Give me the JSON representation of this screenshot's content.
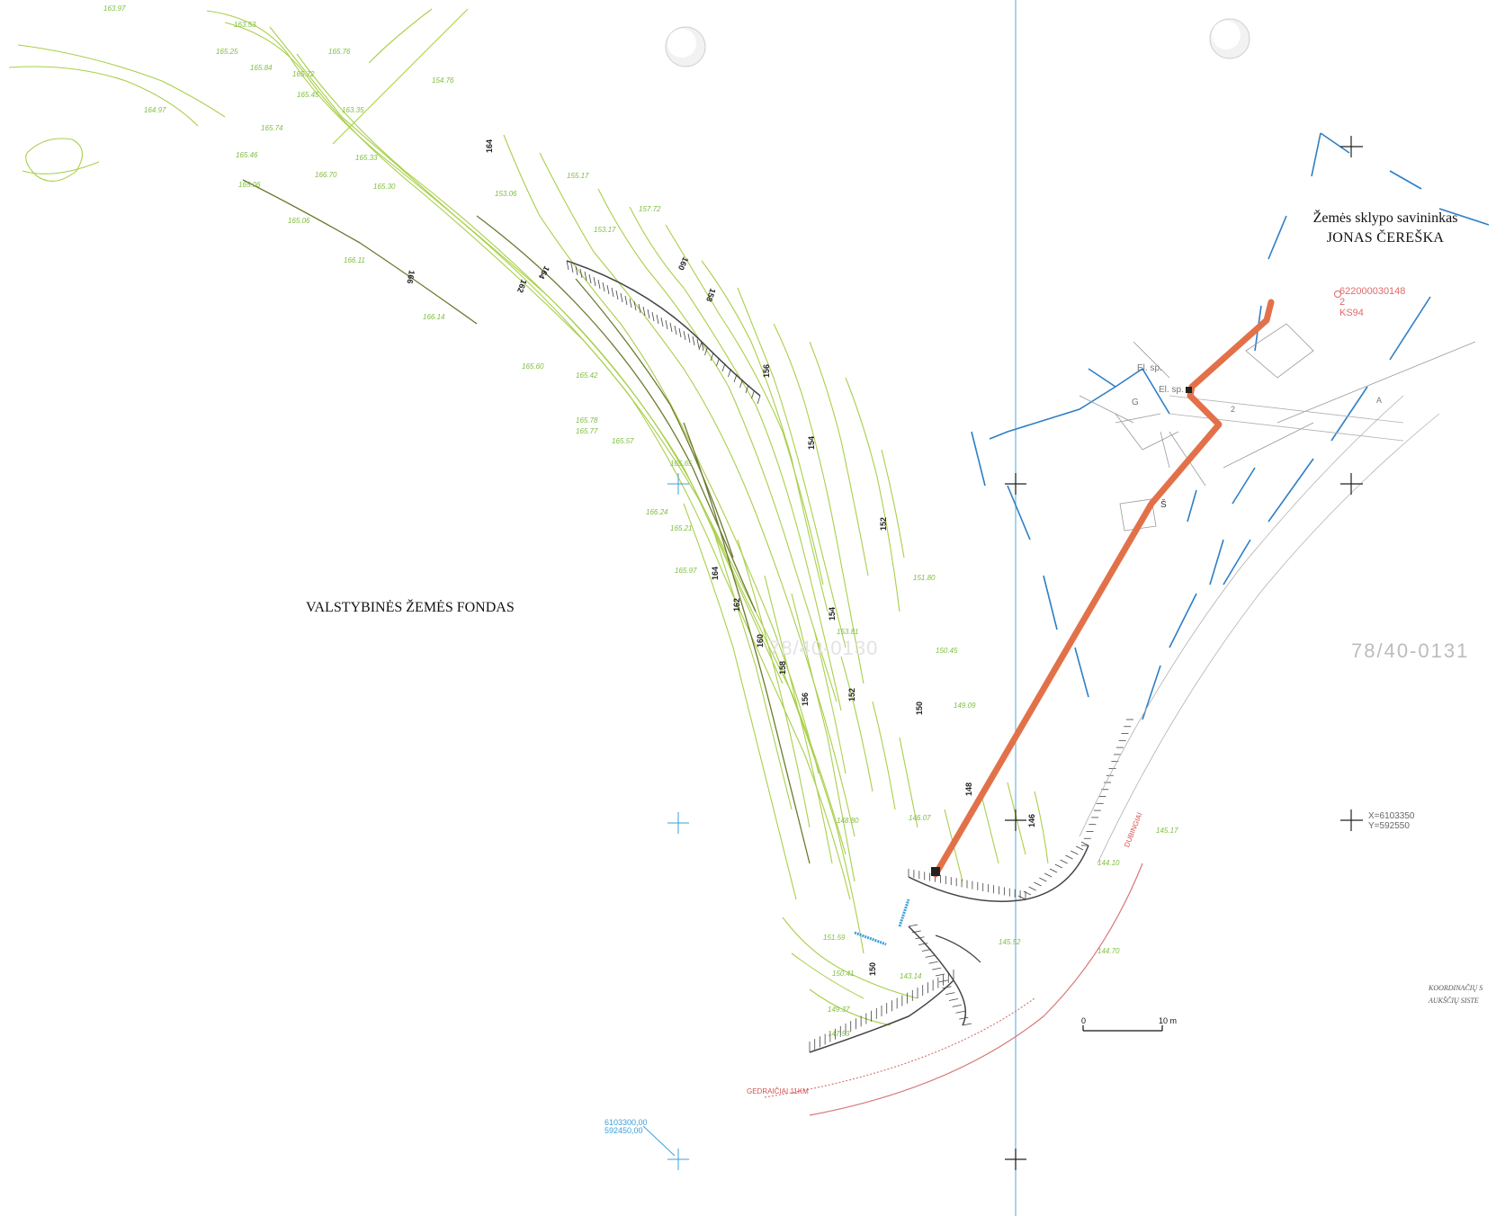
{
  "labels": {
    "owner_title": "Žemės sklypo savininkas",
    "owner_name": "JONAS ČEREŠKA",
    "fund": "VALSTYBINĖS ŽEMĖS FONDAS",
    "parcel_a": "78/40-0130",
    "parcel_b": "78/40-0131",
    "red_marker": "622000030148\n2\nKS94",
    "coord": "X=6103350\nY=592550",
    "coord_bl": "6103300,00\n592450,00",
    "legend": "KOORDINAČIŲ S\nAUKŠČIŲ SISTE",
    "scale_zero": "0",
    "scale_ten": "10 m",
    "road_a": "GEDRAIČIAI 11KM",
    "road_b": "DUBINGIAI",
    "el_sp_1": "El. sp.",
    "el_sp_2": "El. sp.",
    "s_mark": "Š",
    "g_mark": "G",
    "a_mark": "A",
    "two_mark": "2"
  },
  "contour_labels": [
    {
      "text": "164",
      "id": "c1"
    },
    {
      "text": "166",
      "id": "c2"
    },
    {
      "text": "162",
      "id": "c3"
    },
    {
      "text": "160",
      "id": "c4"
    },
    {
      "text": "158",
      "id": "c5"
    },
    {
      "text": "156",
      "id": "c6"
    },
    {
      "text": "154",
      "id": "c7"
    },
    {
      "text": "152",
      "id": "c8"
    },
    {
      "text": "164",
      "id": "c9"
    },
    {
      "text": "162",
      "id": "c10"
    },
    {
      "text": "160",
      "id": "c11"
    },
    {
      "text": "158",
      "id": "c12"
    },
    {
      "text": "156",
      "id": "c13"
    },
    {
      "text": "154",
      "id": "c14"
    },
    {
      "text": "152",
      "id": "c15"
    },
    {
      "text": "150",
      "id": "c16"
    },
    {
      "text": "146",
      "id": "c17"
    },
    {
      "text": "148",
      "id": "c18"
    },
    {
      "text": "150",
      "id": "c19"
    },
    {
      "text": "164",
      "id": "c20"
    }
  ],
  "spot_heights": [
    "163.97",
    "163.53",
    "165.76",
    "165.25",
    "165.84",
    "165.72",
    "165.45",
    "163.35",
    "164.97",
    "165.06",
    "165.74",
    "165.46",
    "165.33",
    "166.70",
    "165.30",
    "165.06",
    "166.11",
    "166.14",
    "165.60",
    "165.42",
    "165.78",
    "165.77",
    "165.57",
    "165.65",
    "166.24",
    "165.21",
    "165.97",
    "153.17",
    "153.06",
    "157.72",
    "155.17",
    "154.76",
    "151.59",
    "150.41",
    "149.37",
    "147.53",
    "143.14",
    "145.17",
    "144.10",
    "144.70",
    "145.52",
    "149.09",
    "150.45",
    "151.80",
    "153.81",
    "148.80",
    "146.07"
  ],
  "colors": {
    "contour": "#a9cf4a",
    "contour_dark": "#6b7a30",
    "route": "#e2714a",
    "boundary": "#2d7fc6",
    "road": "#d87878",
    "grid": "#3aa0d8"
  }
}
